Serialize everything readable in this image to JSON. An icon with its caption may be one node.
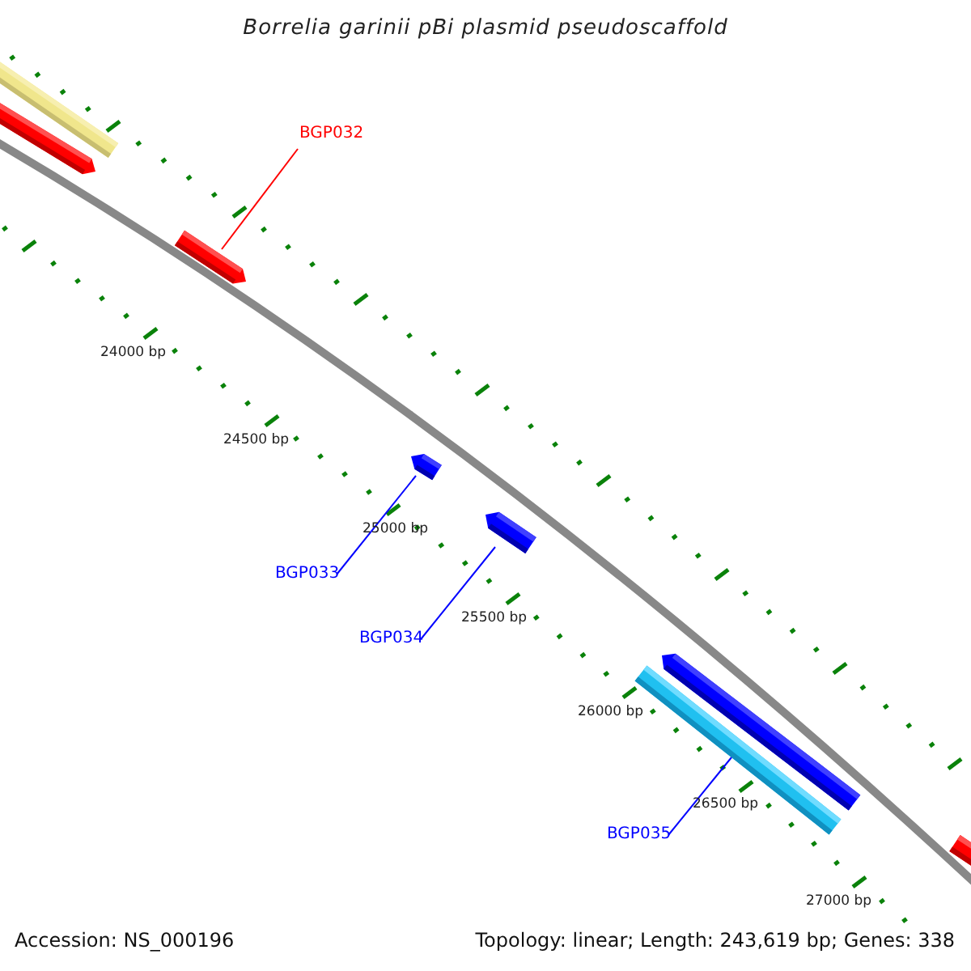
{
  "diagram": {
    "title": "Borrelia garinii pBi plasmid pseudoscaffold",
    "nodes": [
      {
        "text": [
          "BGP032"
        ]
      },
      {
        "text": [],
        "shape": "bar"
      },
      {
        "text": [],
        "shape": "bar"
      },
      {
        "text": [],
        "shape": "bar"
      },
      {
        "text": [],
        "shape": "bar"
      },
      {
        "text": [
          "BGP033"
        ]
      },
      {
        "text": [],
        "shape": "bar"
      },
      {
        "text": [
          "BGP034"
        ]
      },
      {
        "text": [],
        "shape": "bar"
      },
      {
        "text": [],
        "shape": "bar"
      },
      {
        "text": [
          "BGP035"
        ]
      },
      {
        "text": [],
        "shape": "bar"
      }
    ],
    "edges": [
      {
        "from": 0,
        "to": 3,
        "arrow": "none",
        "color": "#ff0000"
      },
      {
        "from": 5,
        "to": 4,
        "arrow": "none"
      },
      {
        "from": 7,
        "to": 6,
        "arrow": "none"
      },
      {
        "from": 10,
        "to": 9,
        "arrow": "none"
      }
    ],
    "labels": [
      "24000 bp",
      "24500 bp",
      "25000 bp",
      "25500 bp",
      "26000 bp",
      "26500 bp",
      "27000 bp",
      "Accession: NS_000196",
      "Topology: linear; Length: 243,619 bp; Genes: 338"
    ]
  }
}
